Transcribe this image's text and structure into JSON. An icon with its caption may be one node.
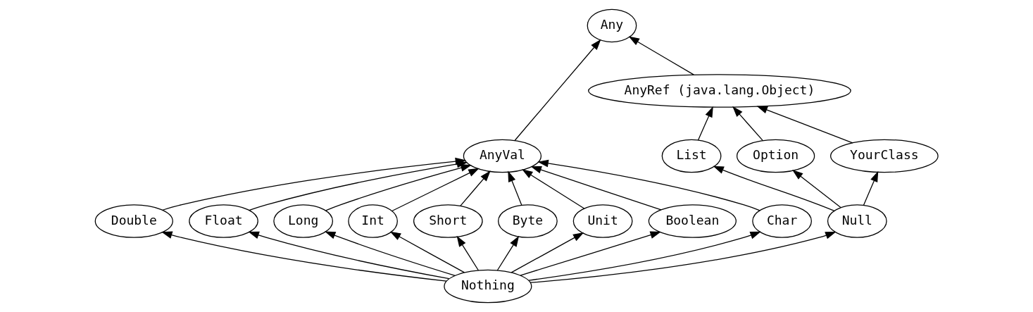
{
  "diagram": {
    "nodes": [
      {
        "text": [
          "Any"
        ]
      },
      {
        "text": [
          "AnyVal"
        ]
      },
      {
        "text": [
          "AnyRef (java.lang.Object)"
        ]
      },
      {
        "text": [
          "Double"
        ]
      },
      {
        "text": [
          "Float"
        ]
      },
      {
        "text": [
          "Long"
        ]
      },
      {
        "text": [
          "Int"
        ]
      },
      {
        "text": [
          "Short"
        ]
      },
      {
        "text": [
          "Byte"
        ]
      },
      {
        "text": [
          "Unit"
        ]
      },
      {
        "text": [
          "Boolean"
        ]
      },
      {
        "text": [
          "Char"
        ]
      },
      {
        "text": [
          "List"
        ]
      },
      {
        "text": [
          "Option"
        ]
      },
      {
        "text": [
          "YourClass"
        ]
      },
      {
        "text": [
          "Null"
        ]
      },
      {
        "text": [
          "Nothing"
        ]
      }
    ],
    "edges": [
      {
        "from": 1,
        "to": 0,
        "arrow": "to"
      },
      {
        "from": 2,
        "to": 0,
        "arrow": "to"
      },
      {
        "from": 3,
        "to": 1,
        "arrow": "to"
      },
      {
        "from": 4,
        "to": 1,
        "arrow": "to"
      },
      {
        "from": 5,
        "to": 1,
        "arrow": "to"
      },
      {
        "from": 6,
        "to": 1,
        "arrow": "to"
      },
      {
        "from": 7,
        "to": 1,
        "arrow": "to"
      },
      {
        "from": 8,
        "to": 1,
        "arrow": "to"
      },
      {
        "from": 9,
        "to": 1,
        "arrow": "to"
      },
      {
        "from": 10,
        "to": 1,
        "arrow": "to"
      },
      {
        "from": 11,
        "to": 1,
        "arrow": "to"
      },
      {
        "from": 12,
        "to": 2,
        "arrow": "to"
      },
      {
        "from": 13,
        "to": 2,
        "arrow": "to"
      },
      {
        "from": 14,
        "to": 2,
        "arrow": "to"
      },
      {
        "from": 16,
        "to": 3,
        "arrow": "to"
      },
      {
        "from": 16,
        "to": 4,
        "arrow": "to"
      },
      {
        "from": 16,
        "to": 5,
        "arrow": "to"
      },
      {
        "from": 16,
        "to": 6,
        "arrow": "to"
      },
      {
        "from": 16,
        "to": 7,
        "arrow": "to"
      },
      {
        "from": 16,
        "to": 8,
        "arrow": "to"
      },
      {
        "from": 16,
        "to": 9,
        "arrow": "to"
      },
      {
        "from": 16,
        "to": 10,
        "arrow": "to"
      },
      {
        "from": 16,
        "to": 11,
        "arrow": "to"
      },
      {
        "from": 16,
        "to": 15,
        "arrow": "to"
      },
      {
        "from": 15,
        "to": 12,
        "arrow": "to"
      },
      {
        "from": 15,
        "to": 13,
        "arrow": "to"
      },
      {
        "from": 15,
        "to": 14,
        "arrow": "to"
      }
    ]
  }
}
